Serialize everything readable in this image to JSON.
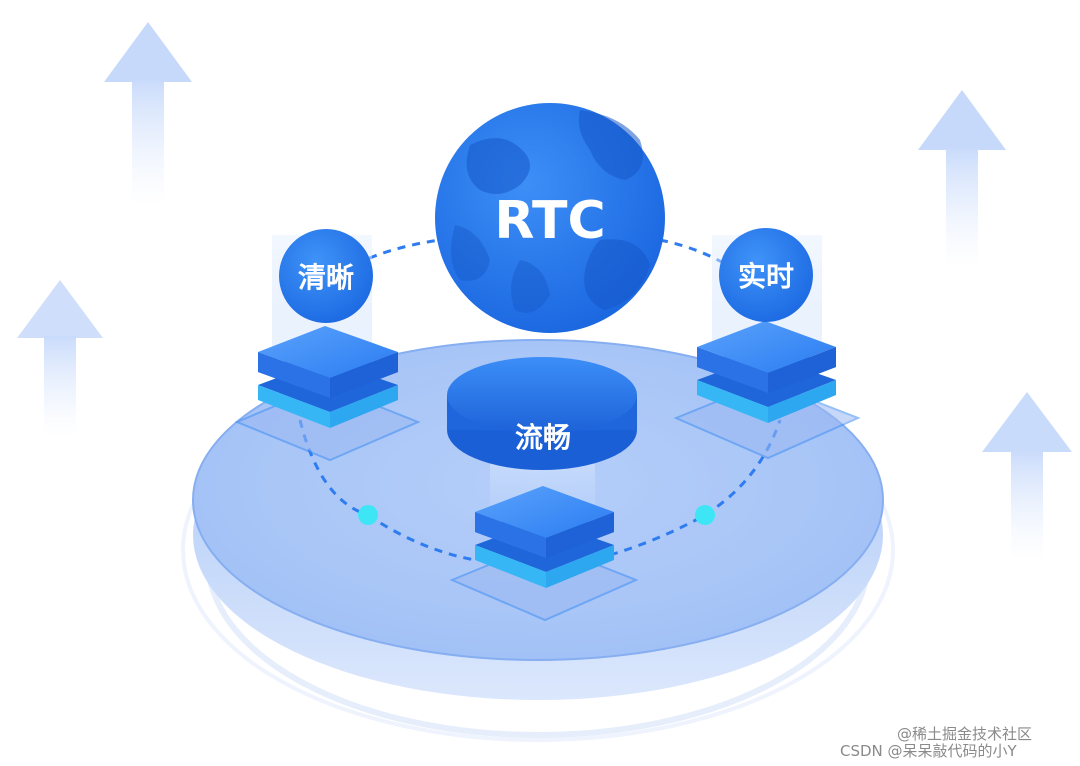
{
  "center_label": "RTC",
  "labels": {
    "left": "清晰",
    "right": "实时",
    "middle": "流畅"
  },
  "watermark": {
    "line1": "@稀土掘金技术社区",
    "line2": "CSDN @呆呆敲代码的小Y"
  },
  "colors": {
    "primary_blue": "#2a7cf2",
    "light_blue": "#cfe0fb",
    "cyan_accent": "#3ee6f5",
    "arrow_blue": "#d4e2fb"
  },
  "icons": [
    "globe-icon",
    "server-stack-icon",
    "up-arrow-icon"
  ]
}
